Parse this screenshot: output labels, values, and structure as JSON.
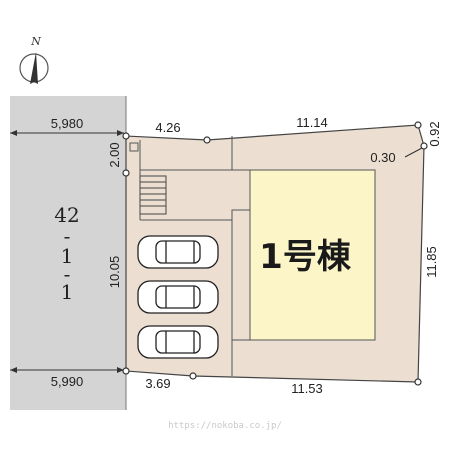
{
  "compass": {
    "label": "N",
    "icon": "north-arrow-icon"
  },
  "neighbor_lot": {
    "line1": "42",
    "line2": "-",
    "line3": "1",
    "line4": "-",
    "line5": "1"
  },
  "building": {
    "label": "1号棟"
  },
  "dimensions": {
    "road_top": "5,980",
    "road_bottom": "5,990",
    "top_left": "4.26",
    "top_right": "11.14",
    "corner_right": "0.92",
    "corner_inner": "0.30",
    "left_short": "2.00",
    "left_long": "10.05",
    "right": "11.85",
    "bottom_left": "3.69",
    "bottom_right": "11.53"
  },
  "parking": {
    "count": 3,
    "icon": "car-icon"
  },
  "stairs": {
    "icon": "stairs-icon"
  },
  "watermark": "https://nokoba.co.jp/",
  "colors": {
    "lot_fill": "#ecdfd2",
    "building_fill": "#fbf5c8",
    "road_fill": "#d4d4d4",
    "outline": "#444444"
  }
}
